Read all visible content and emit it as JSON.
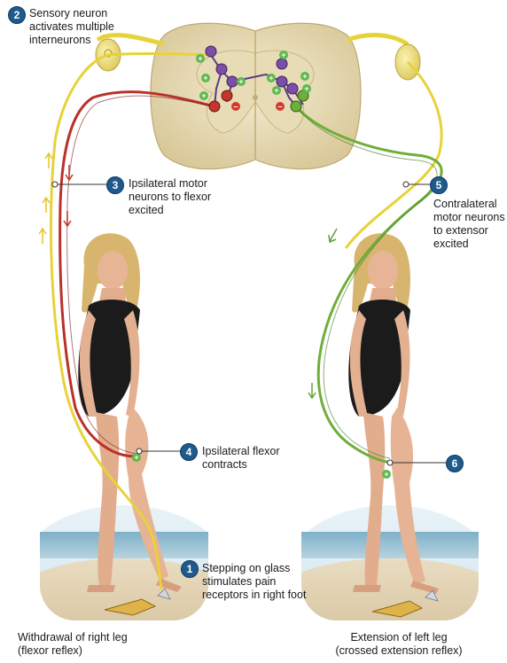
{
  "steps": [
    {
      "number": "1",
      "text": "Stepping on glass\nstimulates pain\nreceptors in right foot"
    },
    {
      "number": "2",
      "text": "Sensory neuron\nactivates multiple\ninterneurons"
    },
    {
      "number": "3",
      "text": "Ipsilateral motor\nneurons to flexor\nexcited"
    },
    {
      "number": "4",
      "text": "Ipsilateral flexor\ncontracts"
    },
    {
      "number": "5",
      "text": "Contralateral\nmotor neurons\nto extensor\nexcited"
    },
    {
      "number": "6",
      "text": ""
    }
  ],
  "captions": {
    "left": "Withdrawal of right leg\n(flexor reflex)",
    "right": "Extension of left leg\n(crossed extension reflex)"
  },
  "symbols": {
    "plus": "+",
    "minus": "–"
  },
  "colors": {
    "sensory": "#e8d23a",
    "flexor_motor": "#b8322a",
    "extensor_motor": "#6fae3a",
    "interneuron": "#7b4fa8",
    "badge": "#1e5a8c",
    "cord": "#eadfb8"
  }
}
